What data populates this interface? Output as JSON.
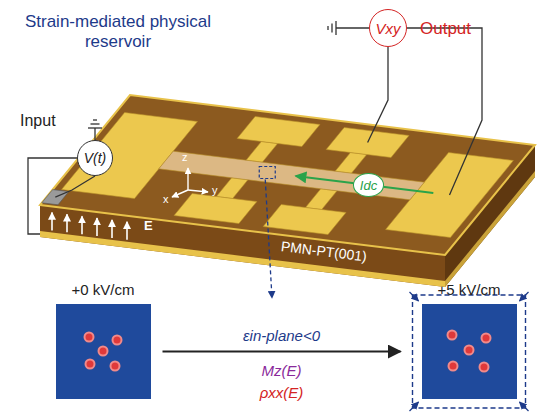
{
  "diagram": {
    "title": "Strain-mediated physical reservoir",
    "nodes": [
      {
        "text": [
          "V(t)"
        ]
      },
      {
        "text": [
          "Vxy"
        ]
      },
      {
        "text": [
          "Idc"
        ]
      },
      {
        "text": [
          "+0 kV/cm"
        ]
      },
      {
        "text": [
          "+5 kV/cm"
        ]
      }
    ],
    "edges": [
      {
        "from": 3,
        "to": 4,
        "arrow": "to",
        "label": "εin-plane<0"
      }
    ],
    "labels": [
      "Output",
      "Input",
      "E",
      "PMN-PT(001)",
      "z",
      "y",
      "x",
      "Mz(E)",
      "ρxx(E)"
    ]
  }
}
